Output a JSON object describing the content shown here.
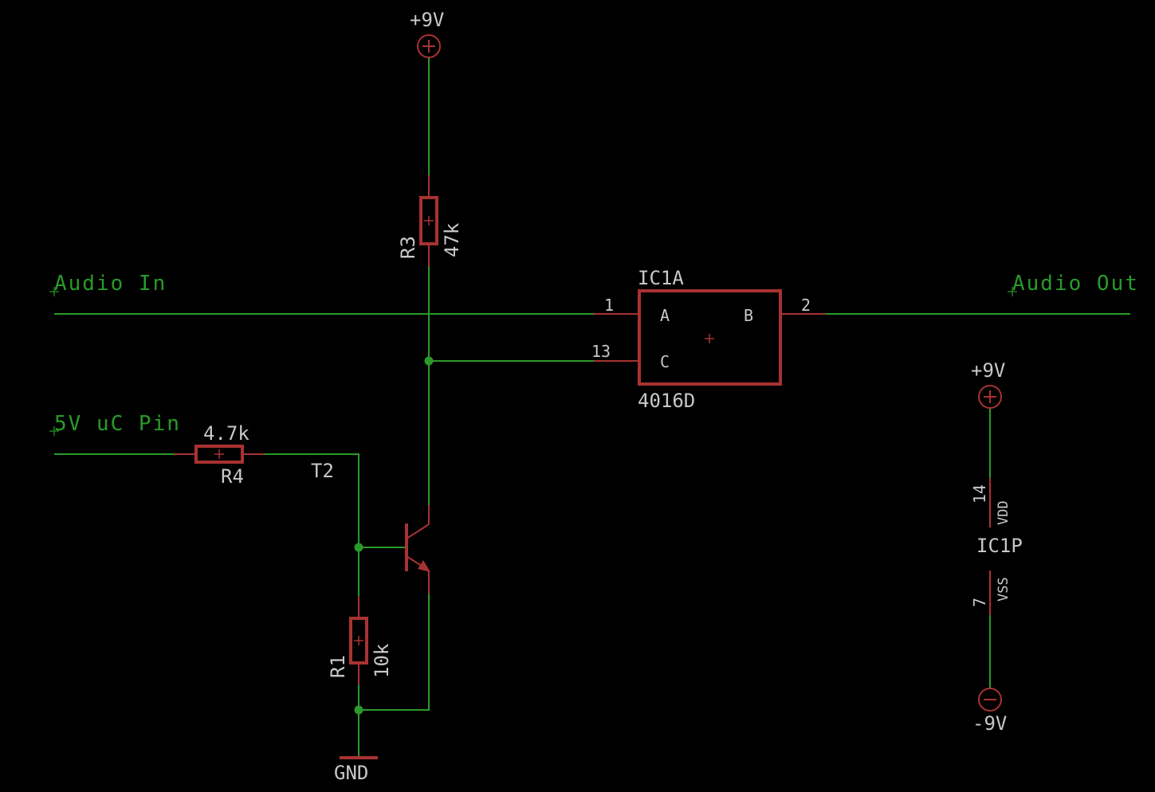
{
  "nets": {
    "audio_in": "Audio In",
    "audio_out": "Audio Out",
    "uc_pin": "5V uC Pin"
  },
  "power": {
    "vcc_top": "+9V",
    "vcc_right": "+9V",
    "vee_right": "-9V",
    "gnd": "GND"
  },
  "parts": {
    "r3": {
      "name": "R3",
      "value": "47k"
    },
    "r4": {
      "name": "R4",
      "value": "4.7k"
    },
    "r1": {
      "name": "R1",
      "value": "10k"
    },
    "t2": {
      "name": "T2"
    },
    "ic1a": {
      "name": "IC1A",
      "value": "4016D",
      "pin_a": "A",
      "pin_b": "B",
      "pin_c": "C",
      "pin_a_num": "1",
      "pin_b_num": "2",
      "pin_c_num": "13"
    },
    "ic1p": {
      "name": "IC1P",
      "vdd": "VDD",
      "vss": "VSS",
      "vdd_num": "14",
      "vss_num": "7"
    }
  },
  "colors": {
    "background": "#000000",
    "wire": "#2a9a2a",
    "component": "#a83232",
    "text": "#c8c8c8"
  }
}
